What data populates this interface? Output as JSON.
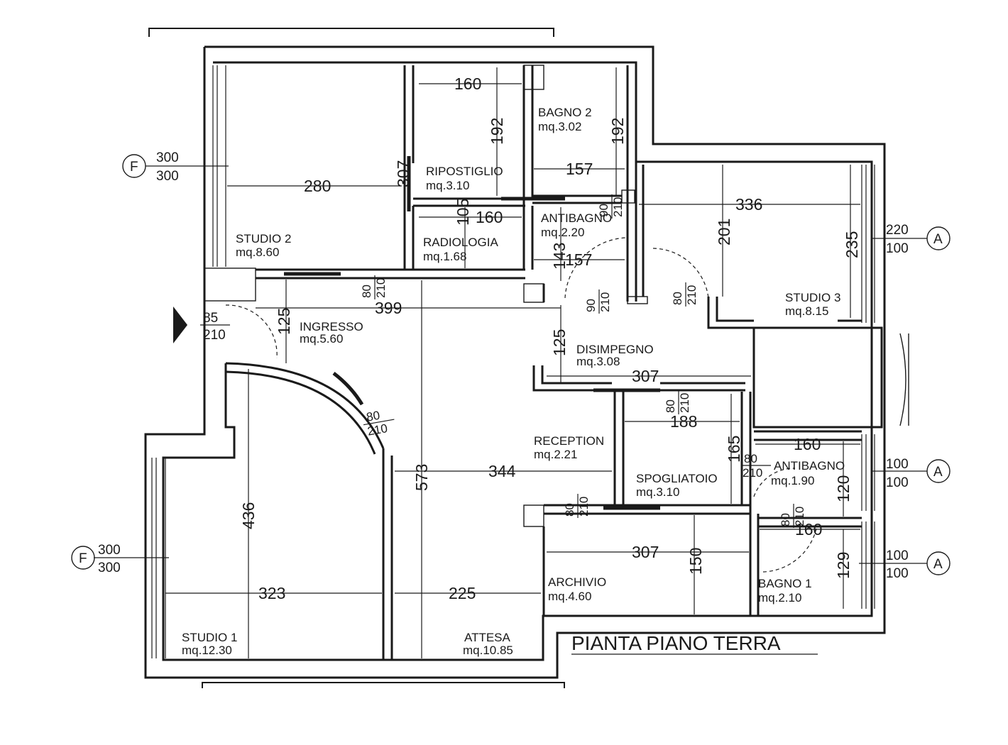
{
  "title": "PIANTA  PIANO TERRA",
  "rooms": [
    {
      "name": "STUDIO 2",
      "area": "mq.8.60"
    },
    {
      "name": "RIPOSTIGLIO",
      "area": "mq.3.10"
    },
    {
      "name": "BAGNO 2",
      "area": "mq.3.02"
    },
    {
      "name": "ANTIBAGNO",
      "area": "mq.2.20"
    },
    {
      "name": "RADIOLOGIA",
      "area": "mq.1.68"
    },
    {
      "name": "STUDIO 3",
      "area": "mq.8.15"
    },
    {
      "name": "INGRESSO",
      "area": "mq.5.60"
    },
    {
      "name": "DISIMPEGNO",
      "area": "mq.3.08"
    },
    {
      "name": "RECEPTION",
      "area": "mq.2.21"
    },
    {
      "name": "SPOGLIATOIO",
      "area": "mq.3.10"
    },
    {
      "name": "ANTIBAGNO",
      "area": "mq.1.90"
    },
    {
      "name": "ARCHIVIO",
      "area": "mq.4.60"
    },
    {
      "name": "BAGNO 1",
      "area": "mq.2.10"
    },
    {
      "name": "STUDIO 1",
      "area": "mq.12.30"
    },
    {
      "name": "ATTESA",
      "area": "mq.10.85"
    }
  ],
  "dimensions": [
    "160",
    "192",
    "192",
    "307",
    "280",
    "157",
    "105",
    "160",
    "336",
    "201",
    "235",
    "143",
    "157",
    "399",
    "125",
    "125",
    "307",
    "188",
    "165",
    "160",
    "120",
    "160",
    "129",
    "573",
    "344",
    "436",
    "307",
    "150",
    "323",
    "225"
  ],
  "doors": [
    {
      "w": "80",
      "h": "210"
    },
    {
      "w": "90",
      "h": "210"
    },
    {
      "w": "90",
      "h": "210"
    },
    {
      "w": "80",
      "h": "210"
    },
    {
      "w": "85",
      "h": "210"
    },
    {
      "w": "80",
      "h": "210"
    },
    {
      "w": "80",
      "h": "210"
    },
    {
      "w": "80",
      "h": "210"
    },
    {
      "w": "80",
      "h": "210"
    },
    {
      "w": "80",
      "h": "210"
    }
  ],
  "windows": [
    {
      "tag": "F",
      "top": "300",
      "bottom": "300"
    },
    {
      "tag": "A",
      "top": "220",
      "bottom": "100"
    },
    {
      "tag": "A",
      "top": "100",
      "bottom": "100"
    },
    {
      "tag": "A",
      "top": "100",
      "bottom": "100"
    },
    {
      "tag": "F",
      "top": "300",
      "bottom": "300"
    }
  ]
}
